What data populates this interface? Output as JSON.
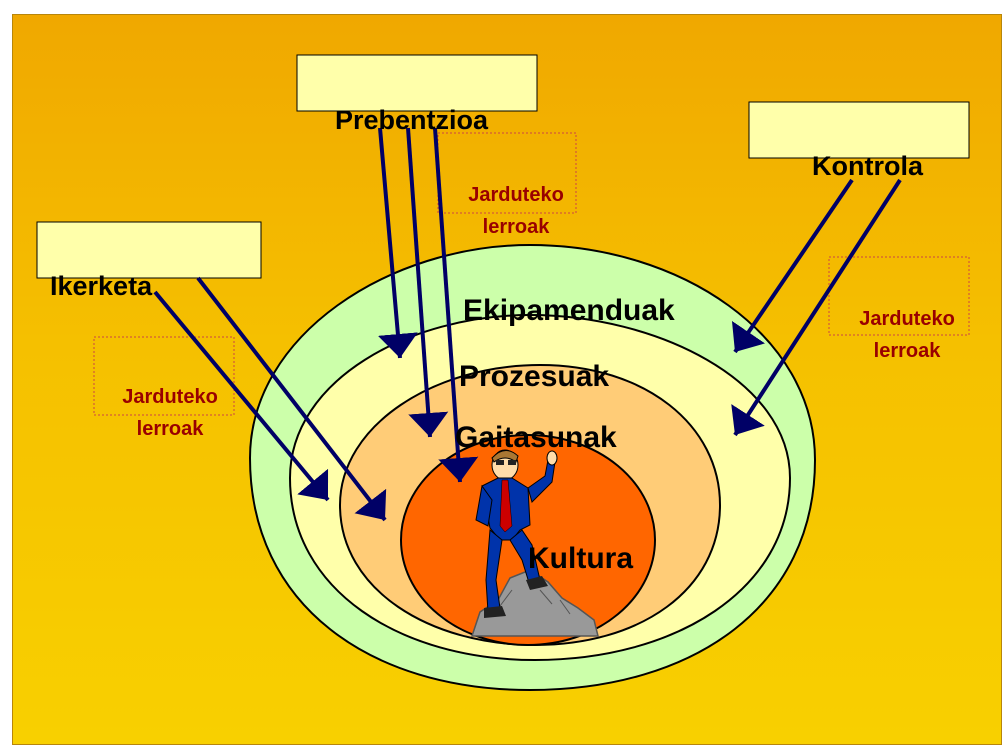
{
  "labels": {
    "prebentzioa": "Prebentzioa",
    "kontrola": "Kontrola",
    "ikerketa": "Ikerketa",
    "ekipamenduak": "Ekipamenduak",
    "prozesuak": "Prozesuak",
    "gaitasunak": "Gaitasunak",
    "kultura": "Kultura"
  },
  "jarduteko_lines": {
    "top": [
      "Jarduteko",
      "lerroak"
    ],
    "right": [
      "Jarduteko",
      "lerroak"
    ],
    "left": [
      "Jarduteko",
      "lerroak"
    ]
  },
  "colors": {
    "background_top": "#f0a800",
    "background_bottom": "#f8d000",
    "ring_outer": "#ccffaa",
    "ring_second": "#ffffaa",
    "ring_third": "#ffcc77",
    "core": "#ff6600",
    "label_box": "#ffffaa",
    "arrow": "#000066",
    "jarduteko_text": "#990000"
  },
  "icons": {
    "figure": "businessman-on-rock-icon"
  }
}
